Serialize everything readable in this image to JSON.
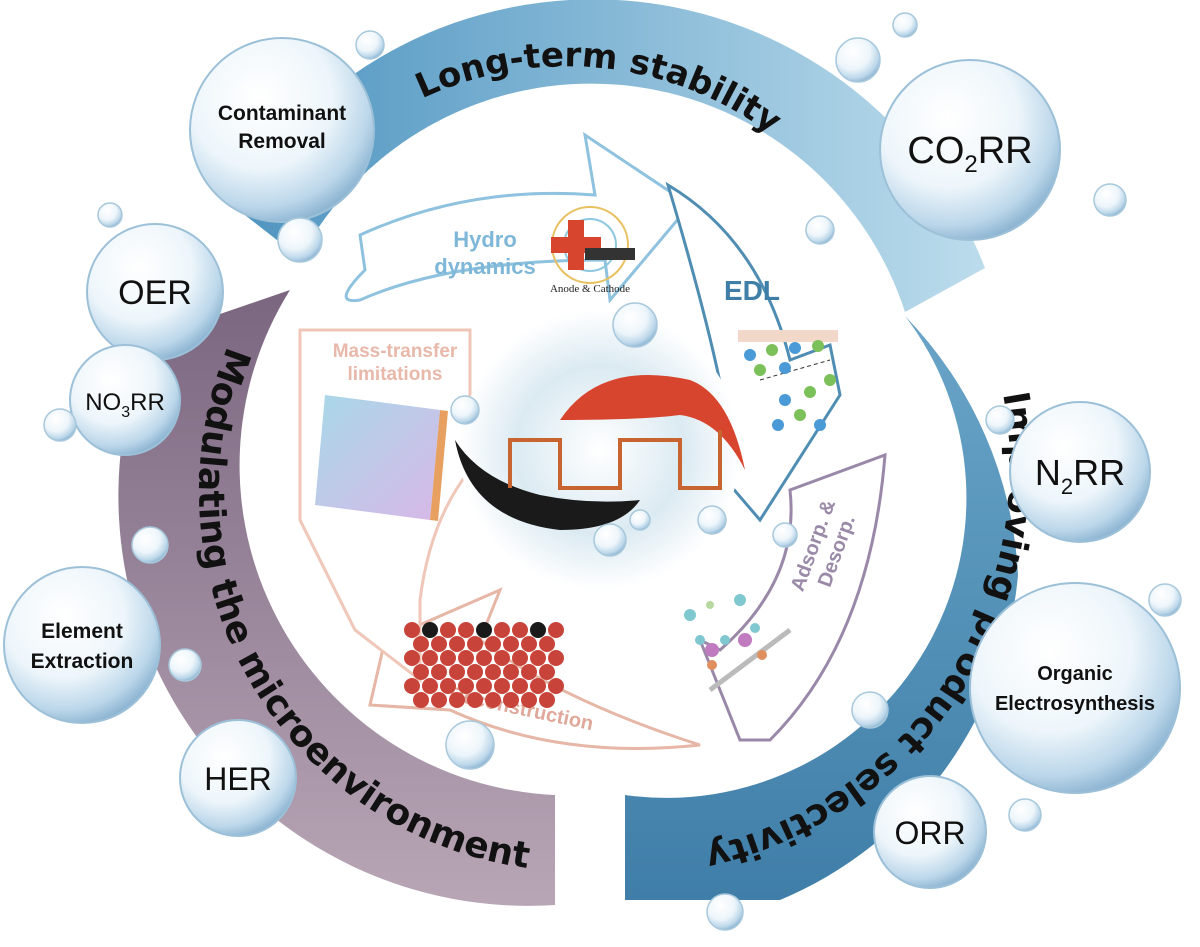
{
  "bands": {
    "top": "Long-term stability",
    "right": "Improving product selectivity",
    "left": "Modulating the microenvironment"
  },
  "arrows": {
    "hydrodynamics": [
      "Hydro",
      "dynamics"
    ],
    "anode_cathode": "Anode & Cathode",
    "edl": "EDL",
    "adsorption": [
      "Adsorp. &",
      "Desorp."
    ],
    "reconstruction": "Reconstruction",
    "mass_transfer": [
      "Mass-transfer",
      "limitations"
    ]
  },
  "bubbles": {
    "contaminant": [
      "Contaminant",
      "Removal"
    ],
    "co2rr": {
      "a": "CO",
      "sub": "2",
      "b": "RR"
    },
    "oer": "OER",
    "no3rr": {
      "a": "NO",
      "sub": "3",
      "b": "RR"
    },
    "n2rr": {
      "a": "N",
      "sub": "2",
      "b": "RR"
    },
    "element": [
      "Element",
      "Extraction"
    ],
    "organic": [
      "Organic",
      "Electrosynthesis"
    ],
    "her": "HER",
    "orr": "ORR"
  },
  "colors": {
    "top_band": "#8fbfd8",
    "right_band": "#4f8fb5",
    "left_band": "#8a7088",
    "hydro_text": "#7fb7d8",
    "edl_text": "#3f7ea6",
    "adsorp_text": "#9a8aa8",
    "recon_text": "#e0a89a",
    "mass_text": "#e8b8aa",
    "fish_red": "#d8452f",
    "wave": "#c8642f"
  }
}
